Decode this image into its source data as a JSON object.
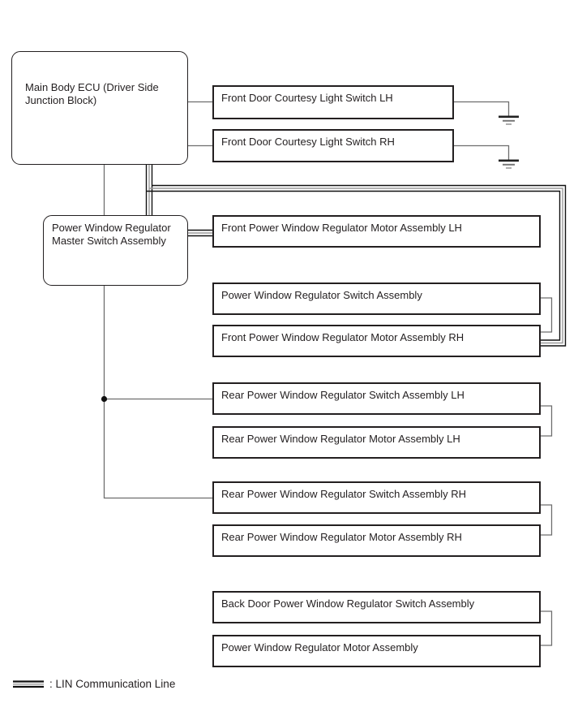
{
  "diagram": {
    "nodes": {
      "ecu": {
        "label": "Main Body ECU (Driver Side Junction Block)",
        "shape": "rounded"
      },
      "master_switch": {
        "label": "Power Window Regulator Master Switch Assembly",
        "shape": "rounded"
      },
      "courtesy_lh": {
        "label": "Front Door Courtesy Light Switch LH",
        "shape": "rect",
        "ground": true
      },
      "courtesy_rh": {
        "label": "Front Door Courtesy Light Switch RH",
        "shape": "rect",
        "ground": true
      },
      "front_motor_lh": {
        "label": "Front Power Window Regulator Motor Assembly LH",
        "shape": "rect"
      },
      "pw_switch": {
        "label": "Power Window Regulator Switch Assembly",
        "shape": "rect"
      },
      "front_motor_rh": {
        "label": "Front Power Window Regulator Motor Assembly RH",
        "shape": "rect"
      },
      "rear_switch_lh": {
        "label": "Rear Power Window Regulator Switch Assembly LH",
        "shape": "rect"
      },
      "rear_motor_lh": {
        "label": "Rear Power Window Regulator Motor Assembly LH",
        "shape": "rect"
      },
      "rear_switch_rh": {
        "label": "Rear Power Window Regulator Switch Assembly RH",
        "shape": "rect"
      },
      "rear_motor_rh": {
        "label": "Rear Power Window Regulator Motor Assembly RH",
        "shape": "rect"
      },
      "back_door_switch": {
        "label": "Back Door Power Window Regulator Switch Assembly",
        "shape": "rect"
      },
      "pw_motor": {
        "label": "Power Window Regulator Motor Assembly",
        "shape": "rect"
      }
    },
    "legend": {
      "symbol": "lin-triple-line-icon",
      "label": ": LIN Communication Line"
    },
    "colors": {
      "background": "#ffffff",
      "box_border": "#231f20",
      "text": "#231f20",
      "wire_gray": "#6e6e6e",
      "lin_dark": "#111111",
      "lin_light": "#9a9a9a"
    }
  }
}
